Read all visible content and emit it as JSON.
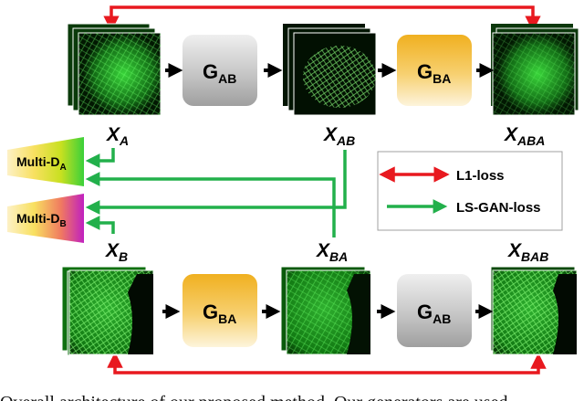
{
  "images": {
    "xa": "X",
    "xa_sub": "A",
    "xab": "X",
    "xab_sub": "AB",
    "xaba": "X",
    "xaba_sub": "ABA",
    "xb": "X",
    "xb_sub": "B",
    "xba": "X",
    "xba_sub": "BA",
    "xbab": "X",
    "xbab_sub": "BAB"
  },
  "generators": {
    "top_left": "G",
    "top_left_sub": "AB",
    "top_right": "G",
    "top_right_sub": "BA",
    "bottom_left": "G",
    "bottom_left_sub": "BA",
    "bottom_right": "G",
    "bottom_right_sub": "AB"
  },
  "discriminators": {
    "a": "Multi-D",
    "a_sub": "A",
    "b": "Multi-D",
    "b_sub": "B"
  },
  "legend": {
    "l1": "L1-loss",
    "lsgan": "LS-GAN-loss"
  },
  "colors": {
    "l1_arrow": "#e8191f",
    "gan_arrow": "#22b04b",
    "gab_fill": "#b8b8b8",
    "gba_fill": "#f2b827"
  },
  "caption": "Overall architecture of our proposed method. Our generators are used"
}
